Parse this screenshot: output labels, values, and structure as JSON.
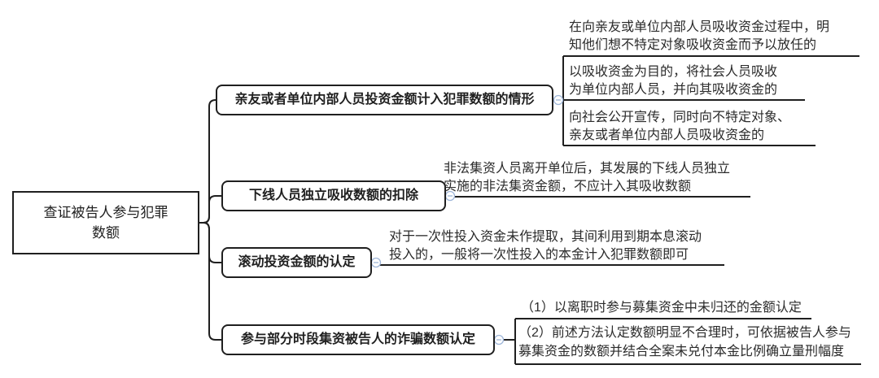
{
  "root": {
    "text": "查证被告人参与犯罪\n数额"
  },
  "branches": [
    {
      "label": "亲友或者单位内部人员投资金额计入犯罪数额的情形",
      "children": [
        {
          "text": "在向亲友或单位内部人员吸收资金过程中，明\n知他们想不特定对象吸收资金而予以放任的"
        },
        {
          "text": "以吸收资金为目的，将社会人员吸收\n为单位内部人员，并向其吸收资金的"
        },
        {
          "text": "向社会公开宣传，同时向不特定对象、\n亲友或者单位内部人员吸收资金的"
        }
      ]
    },
    {
      "label": "下线人员独立吸收数额的扣除",
      "children": [
        {
          "text": "非法集资人员离开单位后，其发展的下线人员独立\n实施的非法集资金额，不应计入其吸收数额"
        }
      ]
    },
    {
      "label": "滚动投资金额的认定",
      "children": [
        {
          "text": "对于一次性投入资金未作提取，其间利用到期本息滚动\n投入的，一般将一次性投入的本金计入犯罪数额即可"
        }
      ]
    },
    {
      "label": "参与部分时段集资被告人的诈骗数额认定",
      "children": [
        {
          "text": "（1）以离职时参与募集资金中未归还的金额认定"
        },
        {
          "text": "（2）前述方法认定数额明显不合理时，可依据被告人参与\n募集资金的数额并结合全案未兑付本金比例确立量刑幅度"
        }
      ]
    }
  ],
  "colors": {
    "line": "#1f1f1f",
    "text": "#2b2b2b",
    "collapse_handle": "#9fb6d9",
    "background": "#ffffff"
  }
}
